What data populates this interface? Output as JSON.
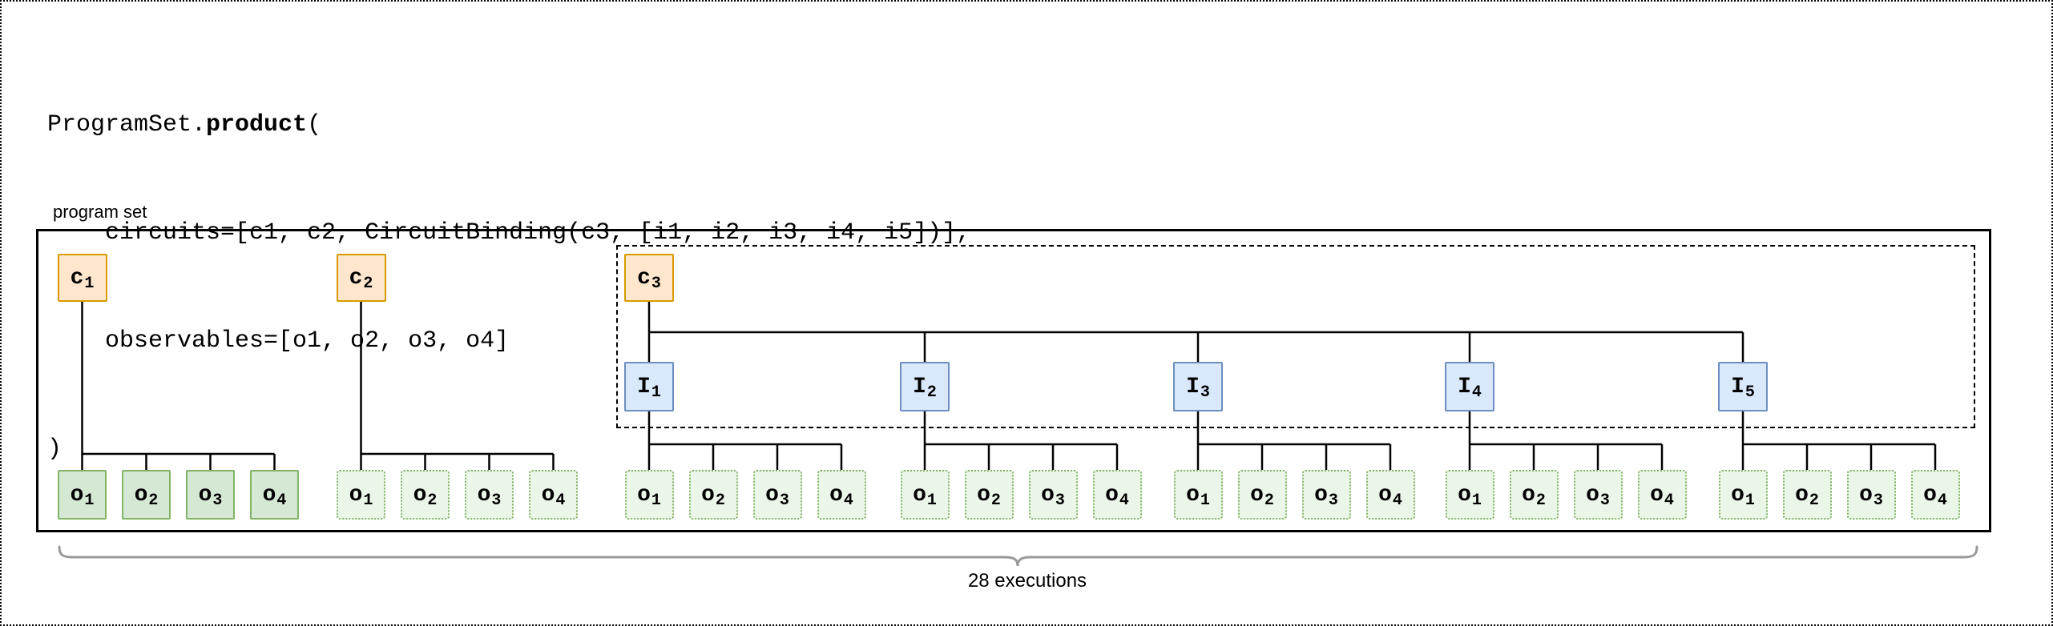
{
  "code": {
    "line1_prefix": "ProgramSet.",
    "line1_bold": "product",
    "line1_suffix": "(",
    "line2": "    circuits=[c1, c2, CircuitBinding(c3, [i1, i2, i3, i4, i5])],",
    "line3": "    observables=[o1, o2, o3, o4]",
    "line4": ")"
  },
  "program_set": {
    "label": "program set"
  },
  "footer": {
    "executions_label": "28 executions"
  },
  "nodes": {
    "circuits": [
      {
        "base": "c",
        "sub": "1"
      },
      {
        "base": "c",
        "sub": "2"
      },
      {
        "base": "c",
        "sub": "3"
      }
    ],
    "bindings": [
      {
        "base": "I",
        "sub": "1"
      },
      {
        "base": "I",
        "sub": "2"
      },
      {
        "base": "I",
        "sub": "3"
      },
      {
        "base": "I",
        "sub": "4"
      },
      {
        "base": "I",
        "sub": "5"
      }
    ],
    "observables": [
      {
        "base": "o",
        "sub": "1"
      },
      {
        "base": "o",
        "sub": "2"
      },
      {
        "base": "o",
        "sub": "3"
      },
      {
        "base": "o",
        "sub": "4"
      }
    ]
  },
  "colors": {
    "circuit_fill": "#ffe6cc",
    "circuit_stroke": "#d79b00",
    "binding_fill": "#dae8fc",
    "binding_stroke": "#6c8ebf",
    "observable_fill": "#d5e8d4",
    "observable_stroke": "#82b366",
    "observable_light_fill": "#eaf6e8",
    "connector": "#000000",
    "brace": "#999999"
  }
}
